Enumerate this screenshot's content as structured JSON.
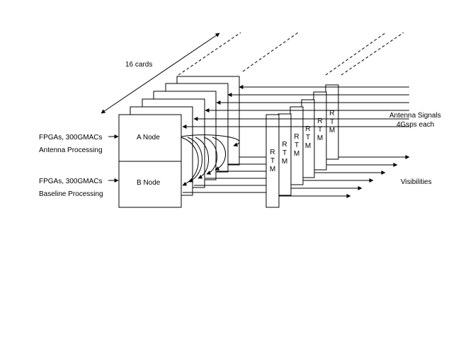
{
  "cards_label": "16 cards",
  "node_a": {
    "label": "A Node",
    "desc_line1": "FPGAs, 300GMACs",
    "desc_line2": "Antenna Processing"
  },
  "node_b": {
    "label": "B Node",
    "desc_line1": "FPGAs, 300GMACs",
    "desc_line2": "Baseline Processing"
  },
  "rtm_letters": [
    "R",
    "T",
    "M"
  ],
  "antenna_label_line1": "Antenna Signals",
  "antenna_label_line2": "4Gsps each",
  "visibilities_label": "Visibilities"
}
